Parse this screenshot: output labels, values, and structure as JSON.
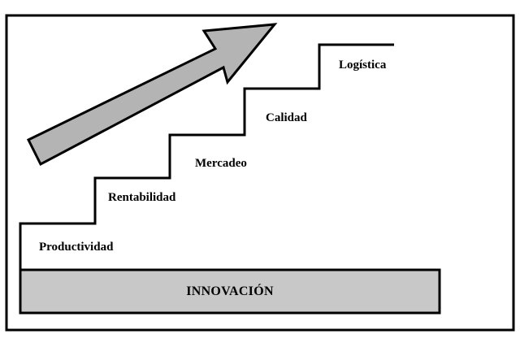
{
  "steps": [
    {
      "label": "Productividad"
    },
    {
      "label": "Rentabilidad"
    },
    {
      "label": "Mercadeo"
    },
    {
      "label": "Calidad"
    },
    {
      "label": "Logística"
    }
  ],
  "base": {
    "label": "INNOVACIÓN"
  },
  "colors": {
    "frame": "#000000",
    "base_fill": "#c8c8c8",
    "arrow_fill": "#b4b4b4",
    "line": "#000000",
    "background": "#ffffff"
  }
}
